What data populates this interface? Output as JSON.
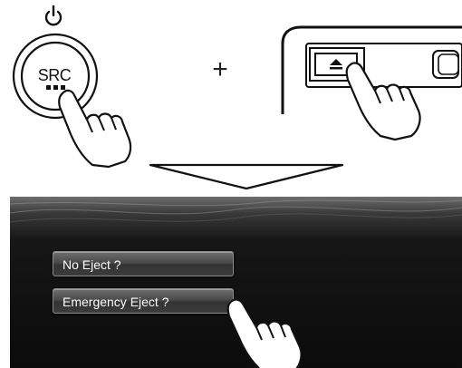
{
  "controls": {
    "src_label": "SRC",
    "plus": "+"
  },
  "icons": {
    "power": "power-icon",
    "eject": "eject-icon",
    "hand": "hand-pointer-icon",
    "arrow": "down-arrow-icon"
  },
  "dialog": {
    "options": [
      {
        "label": "No Eject ?"
      },
      {
        "label": "Emergency Eject ?"
      }
    ]
  },
  "colors": {
    "screen_bg": "#0b0b0b",
    "button_bg": "#4a4a4a",
    "button_text": "#ffffff"
  }
}
